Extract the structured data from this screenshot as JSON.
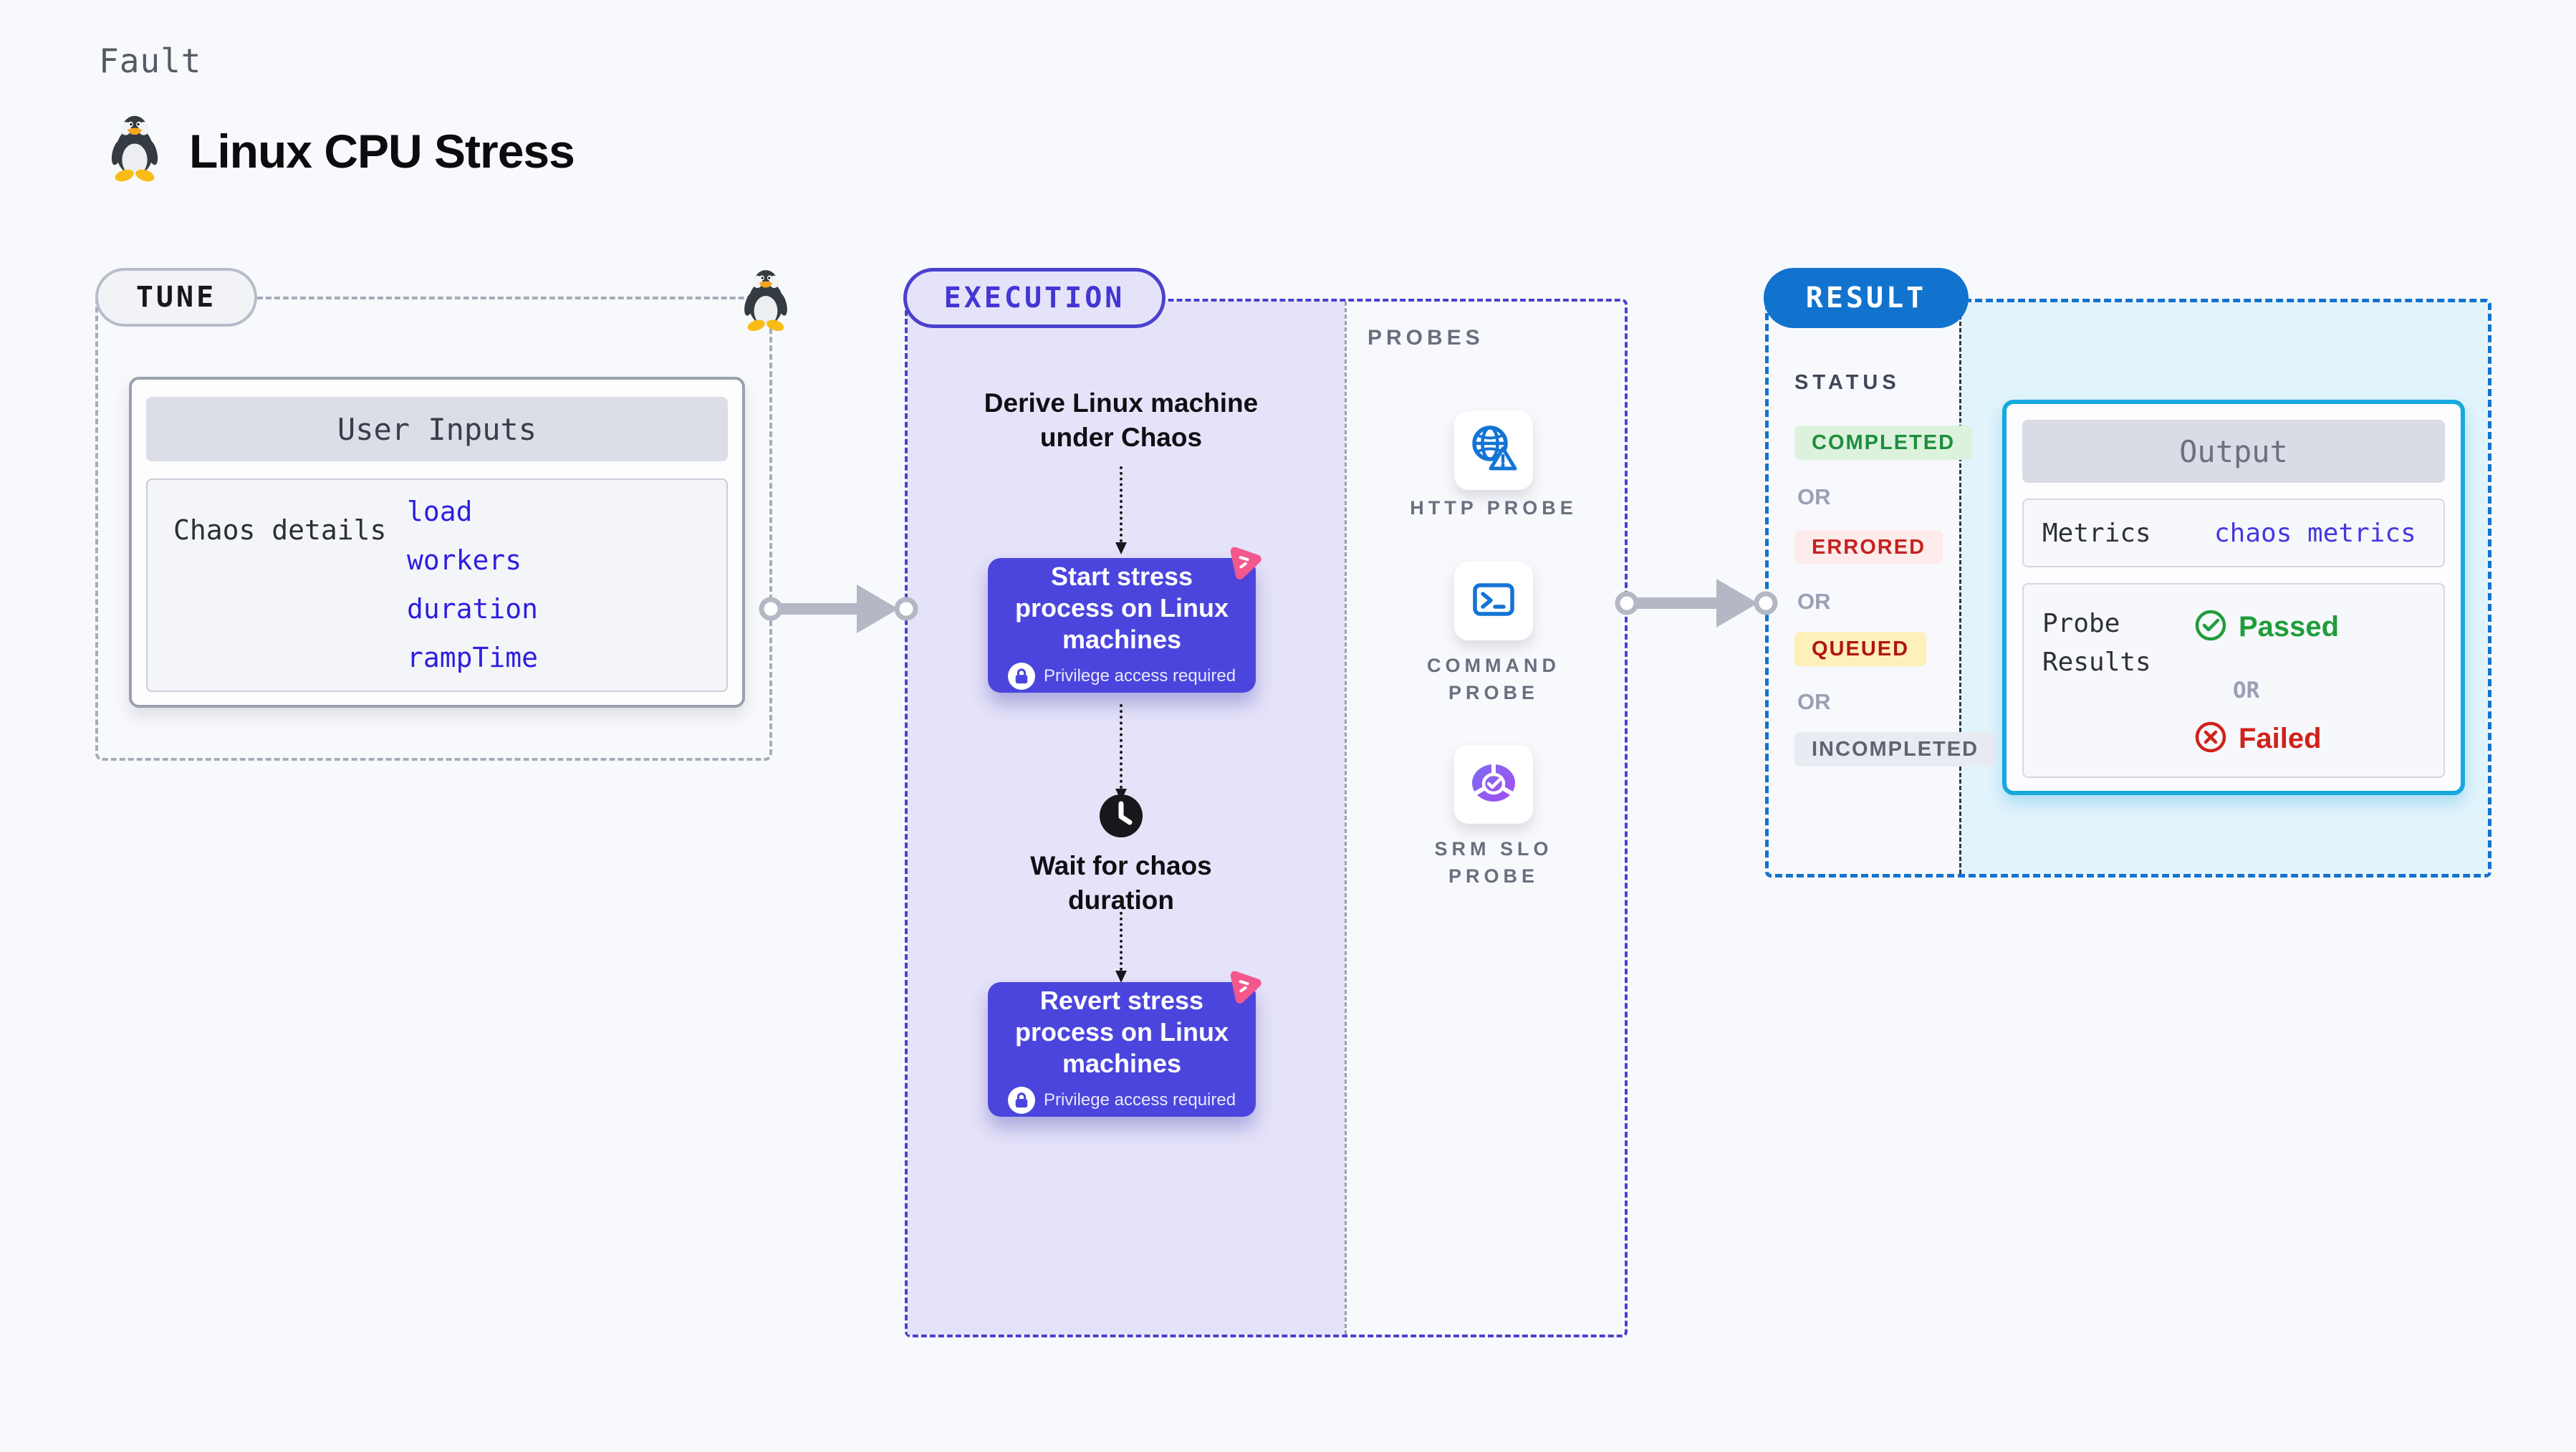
{
  "page": {
    "kicker": "Fault",
    "title": "Linux CPU Stress"
  },
  "tune": {
    "pill": "TUNE",
    "user_inputs_header": "User Inputs",
    "row_label": "Chaos details",
    "links": [
      "load",
      "workers",
      "duration",
      "rampTime"
    ]
  },
  "execution": {
    "pill": "EXECUTION",
    "derive_label": "Derive Linux machine under Chaos",
    "start_card": {
      "title": "Start stress process on Linux machines",
      "note": "Privilege access required"
    },
    "wait_label": "Wait for chaos duration",
    "revert_card": {
      "title": "Revert stress process on Linux machines",
      "note": "Privilege access required"
    }
  },
  "probes": {
    "section_label": "PROBES",
    "items": [
      {
        "label": "HTTP PROBE",
        "icon": "globe-warning-icon"
      },
      {
        "label": "COMMAND PROBE",
        "icon": "terminal-icon"
      },
      {
        "label": "SRM SLO PROBE",
        "icon": "slo-pie-icon"
      }
    ]
  },
  "result": {
    "pill": "RESULT",
    "status_label": "STATUS",
    "or_label": "OR",
    "statuses": [
      {
        "label": "COMPLETED",
        "fg": "#1e8e3e",
        "bg": "#dcf2dd"
      },
      {
        "label": "ERRORED",
        "fg": "#c5221f",
        "bg": "#fdeceb"
      },
      {
        "label": "QUEUED",
        "fg": "#b31412",
        "bg": "#fdf0b8"
      },
      {
        "label": "INCOMPLETED",
        "fg": "#5f6371",
        "bg": "#e9ebf2"
      }
    ],
    "output": {
      "header": "Output",
      "metrics_label": "Metrics",
      "metrics_link": "chaos metrics",
      "probe_results_label": "Probe Results",
      "passed_label": "Passed",
      "or_label": "OR",
      "failed_label": "Failed"
    }
  },
  "icons": {
    "tux-icon": "linux penguin mascot",
    "globe-warning-icon": "globe with warning triangle",
    "terminal-icon": "command terminal window",
    "slo-pie-icon": "purple segmented pie with check",
    "clock-icon": "black clock",
    "lock-icon": "padlock in white circle",
    "chaos-pink-icon": "pink chaos triangle",
    "arrow-connector-icon": "gray arrow with端 circles"
  },
  "colors": {
    "accent_indigo": "#4b41cf",
    "card_purple": "#4b45dd",
    "result_blue": "#1273cf",
    "output_border": "#17a9de",
    "link_blue": "#2d1fe0",
    "probe_icon_blue": "#1474d4",
    "chaos_pink": "#f4578c",
    "passed_green": "#1f9d3a",
    "failed_red": "#cf221b"
  }
}
